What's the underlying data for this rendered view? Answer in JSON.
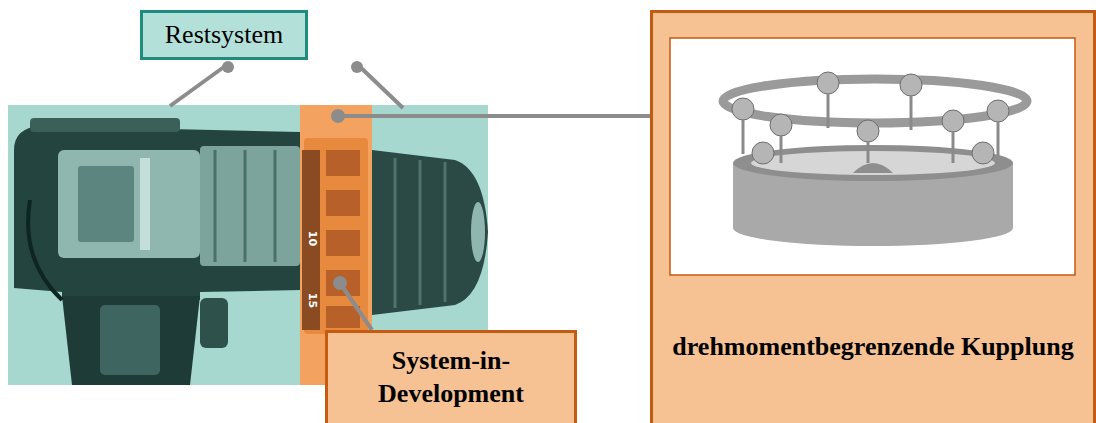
{
  "diagram": {
    "nodes": [
      {
        "text": [
          "Restsystem"
        ]
      },
      {
        "text": [
          "drehmomentbegrenzende Kupplung"
        ]
      },
      {
        "text": [
          "System-in-Development"
        ]
      }
    ],
    "labels": [
      "10",
      "15"
    ]
  }
}
